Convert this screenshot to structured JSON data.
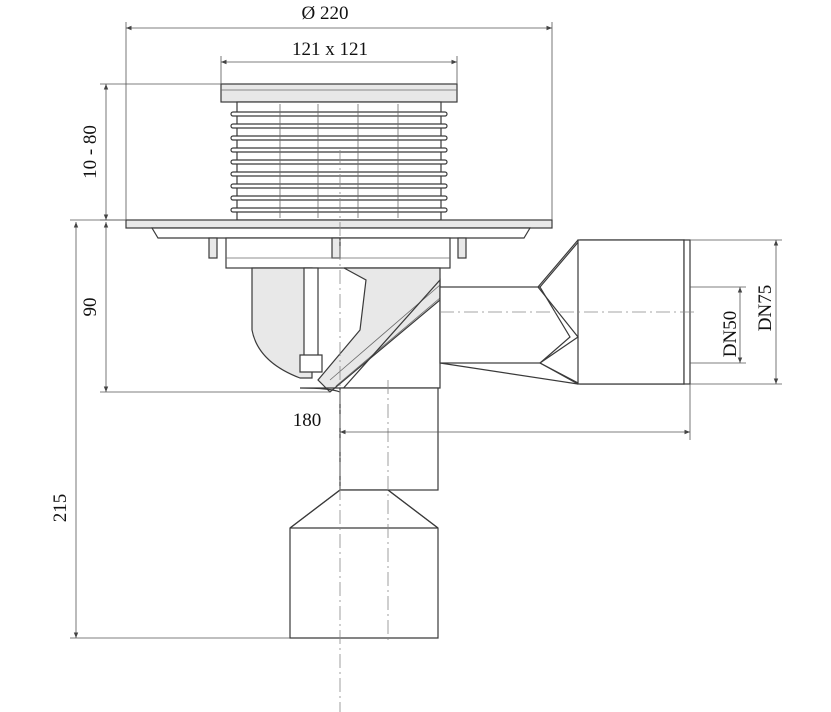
{
  "diagram": {
    "dimensions": {
      "diameter": "Ø 220",
      "grate": "121 x 121",
      "height_range": "10 - 80",
      "height_90": "90",
      "horizontal_180": "180",
      "height_215": "215",
      "dn50": "DN50",
      "dn75": "DN75"
    }
  }
}
